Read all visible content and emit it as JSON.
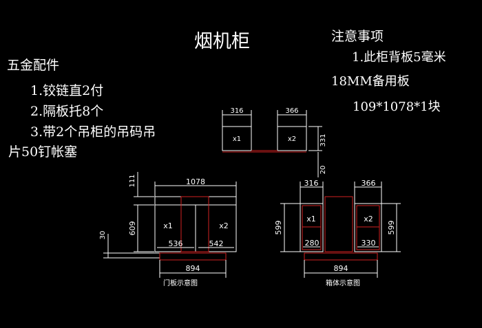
{
  "title": "烟机柜",
  "notes": {
    "heading": "注意事项",
    "line1": "1.此柜背板5毫米",
    "line2": "18MM备用板",
    "line3": "109*1078*1块"
  },
  "hardware": {
    "heading": "五金配件",
    "item1": "1.铰链直2付",
    "item2": "2.隔板托8个",
    "item3": "3.带2个吊柜的吊码吊",
    "item4": "片50钉帐塞"
  },
  "top_view": {
    "dim_left_width": "316",
    "dim_right_width": "366",
    "label_left": "x1",
    "label_right": "x2",
    "dim_height": "331",
    "dim_gap": "20"
  },
  "door_view": {
    "caption": "门板示意图",
    "dim_top_offset": "111",
    "dim_total_top": "1078",
    "dim_height": "609",
    "label_left": "x1",
    "label_right": "x2",
    "dim_left_door": "536",
    "dim_right_door": "542",
    "dim_side": "30",
    "dim_base": "894"
  },
  "cabinet_view": {
    "caption": "箱体示意图",
    "dim_left_width": "316",
    "dim_right_width": "366",
    "dim_left_height": "599",
    "dim_right_height": "599",
    "label_left": "x1",
    "label_right": "x2",
    "dim_left_inner": "280",
    "dim_right_inner": "330",
    "dim_base": "894"
  },
  "colors": {
    "background": "#000000",
    "lines": "#ffffff",
    "accent": "#d42222"
  }
}
